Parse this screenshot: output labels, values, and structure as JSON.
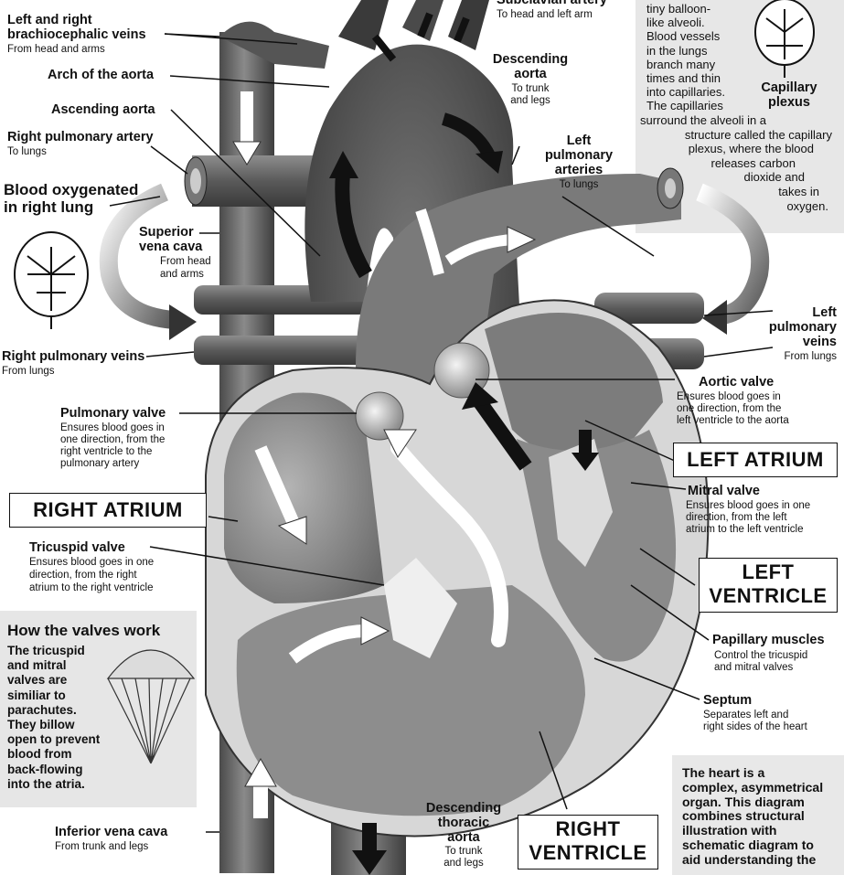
{
  "labels": {
    "subclavian_artery": {
      "title": "Subclavian artery",
      "sub": "To head and left arm"
    },
    "brachiocephalic": {
      "title_1": "Left and right",
      "title_2": "brachiocephalic veins",
      "sub": "From head and arms"
    },
    "arch_aorta": {
      "title": "Arch of the aorta"
    },
    "ascending_aorta": {
      "title": "Ascending aorta"
    },
    "right_pulmonary_artery": {
      "title": "Right pulmonary artery",
      "sub": "To lungs"
    },
    "blood_oxygenated": {
      "line_1": "Blood oxygenated",
      "line_2": "in right lung"
    },
    "superior_vena_cava": {
      "title_1": "Superior",
      "title_2": "vena cava",
      "sub_1": "From head",
      "sub_2": "and arms"
    },
    "right_pulmonary_veins": {
      "title": "Right pulmonary veins",
      "sub": "From lungs"
    },
    "pulmonary_valve": {
      "title": "Pulmonary valve",
      "sub_1": "Ensures blood goes in",
      "sub_2": "one direction, from the",
      "sub_3": "right ventricle to the",
      "sub_4": "pulmonary artery"
    },
    "right_atrium": "RIGHT ATRIUM",
    "tricuspid_valve": {
      "title": "Tricuspid valve",
      "sub_1": "Ensures blood goes in one",
      "sub_2": "direction, from the right",
      "sub_3": "atrium to the right ventricle"
    },
    "descending_aorta": {
      "title_1": "Descending",
      "title_2": "aorta",
      "sub_1": "To trunk",
      "sub_2": "and legs"
    },
    "left_pulmonary_arteries": {
      "title_1": "Left",
      "title_2": "pulmonary",
      "title_3": "arteries",
      "sub": "To lungs"
    },
    "left_pulmonary_veins": {
      "title_1": "Left",
      "title_2": "pulmonary",
      "title_3": "veins",
      "sub": "From lungs"
    },
    "aortic_valve": {
      "title": "Aortic valve",
      "sub_1": "Ensures blood goes in",
      "sub_2": "one direction, from the",
      "sub_3": "left ventricle to the aorta"
    },
    "left_atrium": "LEFT ATRIUM",
    "mitral_valve": {
      "title": "Mitral valve",
      "sub_1": "Ensures blood goes in one",
      "sub_2": "direction, from the left",
      "sub_3": "atrium to the left ventricle"
    },
    "left_ventricle": {
      "line_1": "LEFT",
      "line_2": "VENTRICLE"
    },
    "papillary_muscles": {
      "title": "Papillary muscles",
      "sub_1": "Control the tricuspid",
      "sub_2": "and mitral valves"
    },
    "septum": {
      "title": "Septum",
      "sub_1": "Separates left and",
      "sub_2": "right sides of the heart"
    },
    "descending_thoracic_aorta": {
      "title_1": "Descending",
      "title_2": "thoracic",
      "title_3": "aorta",
      "sub_1": "To trunk",
      "sub_2": "and legs"
    },
    "right_ventricle": {
      "line_1": "RIGHT",
      "line_2": "VENTRICLE"
    },
    "inferior_vena_cava": {
      "title": "Inferior vena cava",
      "sub": "From trunk and legs"
    }
  },
  "capillary_panel": {
    "lines": [
      "tiny balloon-",
      "like alveoli.",
      "Blood vessels",
      "in the lungs",
      "branch many",
      "times and thin",
      "into capillaries.",
      "The capillaries"
    ],
    "wide_lines": [
      "surround the alveoli in a",
      "structure called the capillary",
      "plexus, where the blood",
      "releases carbon",
      "dioxide and",
      "takes in",
      "oxygen."
    ],
    "caption_1": "Capillary",
    "caption_2": "plexus"
  },
  "valves_panel": {
    "title": "How the valves work",
    "lines": [
      "The tricuspid",
      "and mitral",
      "valves are",
      "similiar to",
      "parachutes.",
      "They billow",
      "open to prevent",
      "blood from",
      "back-flowing",
      "into the atria."
    ]
  },
  "heart_note": {
    "lines": [
      "The heart is a",
      "complex, asymmetrical",
      "organ. This diagram",
      "combines structural",
      "illustration with",
      "schematic diagram to",
      "aid understanding the"
    ]
  }
}
